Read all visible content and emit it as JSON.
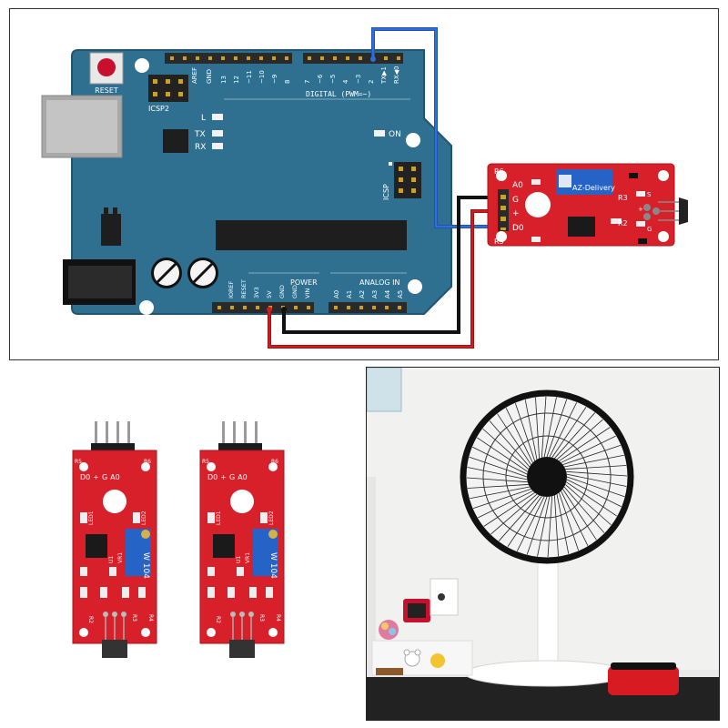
{
  "colors": {
    "arduino_board": "#2f6f8f",
    "arduino_edge": "#22546e",
    "sensor_board": "#d8202a",
    "wire_blue": "#2f6fd6",
    "wire_red": "#d01c1c",
    "wire_black": "#1b1b1b",
    "header_black": "#2a2a2a",
    "trimmer_blue": "#2563c7"
  },
  "arduino": {
    "reset": "RESET",
    "icsp2": "ICSP2",
    "aref": "AREF",
    "gnd": "GND",
    "pins_top": [
      "13",
      "12",
      "~11",
      "~10",
      "~9",
      "8",
      "7",
      "~6",
      "~5",
      "4",
      "~3",
      "2",
      "TX▶1",
      "RX◀0"
    ],
    "digital": "DIGITAL (PWM=~)",
    "led_l": "L",
    "led_tx": "TX",
    "led_rx": "RX",
    "on": "ON",
    "icsp": "ICSP",
    "power": "POWER",
    "analog_in": "ANALOG IN",
    "power_pins": [
      "IOREF",
      "RESET",
      "3V3",
      "5V",
      "GND",
      "GND",
      "VIN"
    ],
    "analog_pins": [
      "A0",
      "A1",
      "A2",
      "A3",
      "A4",
      "A5"
    ],
    "ioref": "IOREF",
    "reset_small": "RESET"
  },
  "sensor_module": {
    "brand": "AZ-Delivery",
    "pins": [
      "A0",
      "G",
      "+",
      "D0"
    ],
    "r6": "R6",
    "r5": "R5",
    "r3": "R3",
    "r2": "R2",
    "s": "S",
    "g": "G",
    "plus": "+"
  },
  "sensor_board_photo": {
    "top_labels": [
      "D0",
      "+",
      "G",
      "A0"
    ],
    "r6": "R6",
    "r5": "R5",
    "led1": "LED1",
    "led2": "LED2",
    "vr1": "VR1",
    "u1": "U1",
    "trimmer": "W 104",
    "r3": "R3",
    "r2": "R2",
    "r4": "R4"
  }
}
